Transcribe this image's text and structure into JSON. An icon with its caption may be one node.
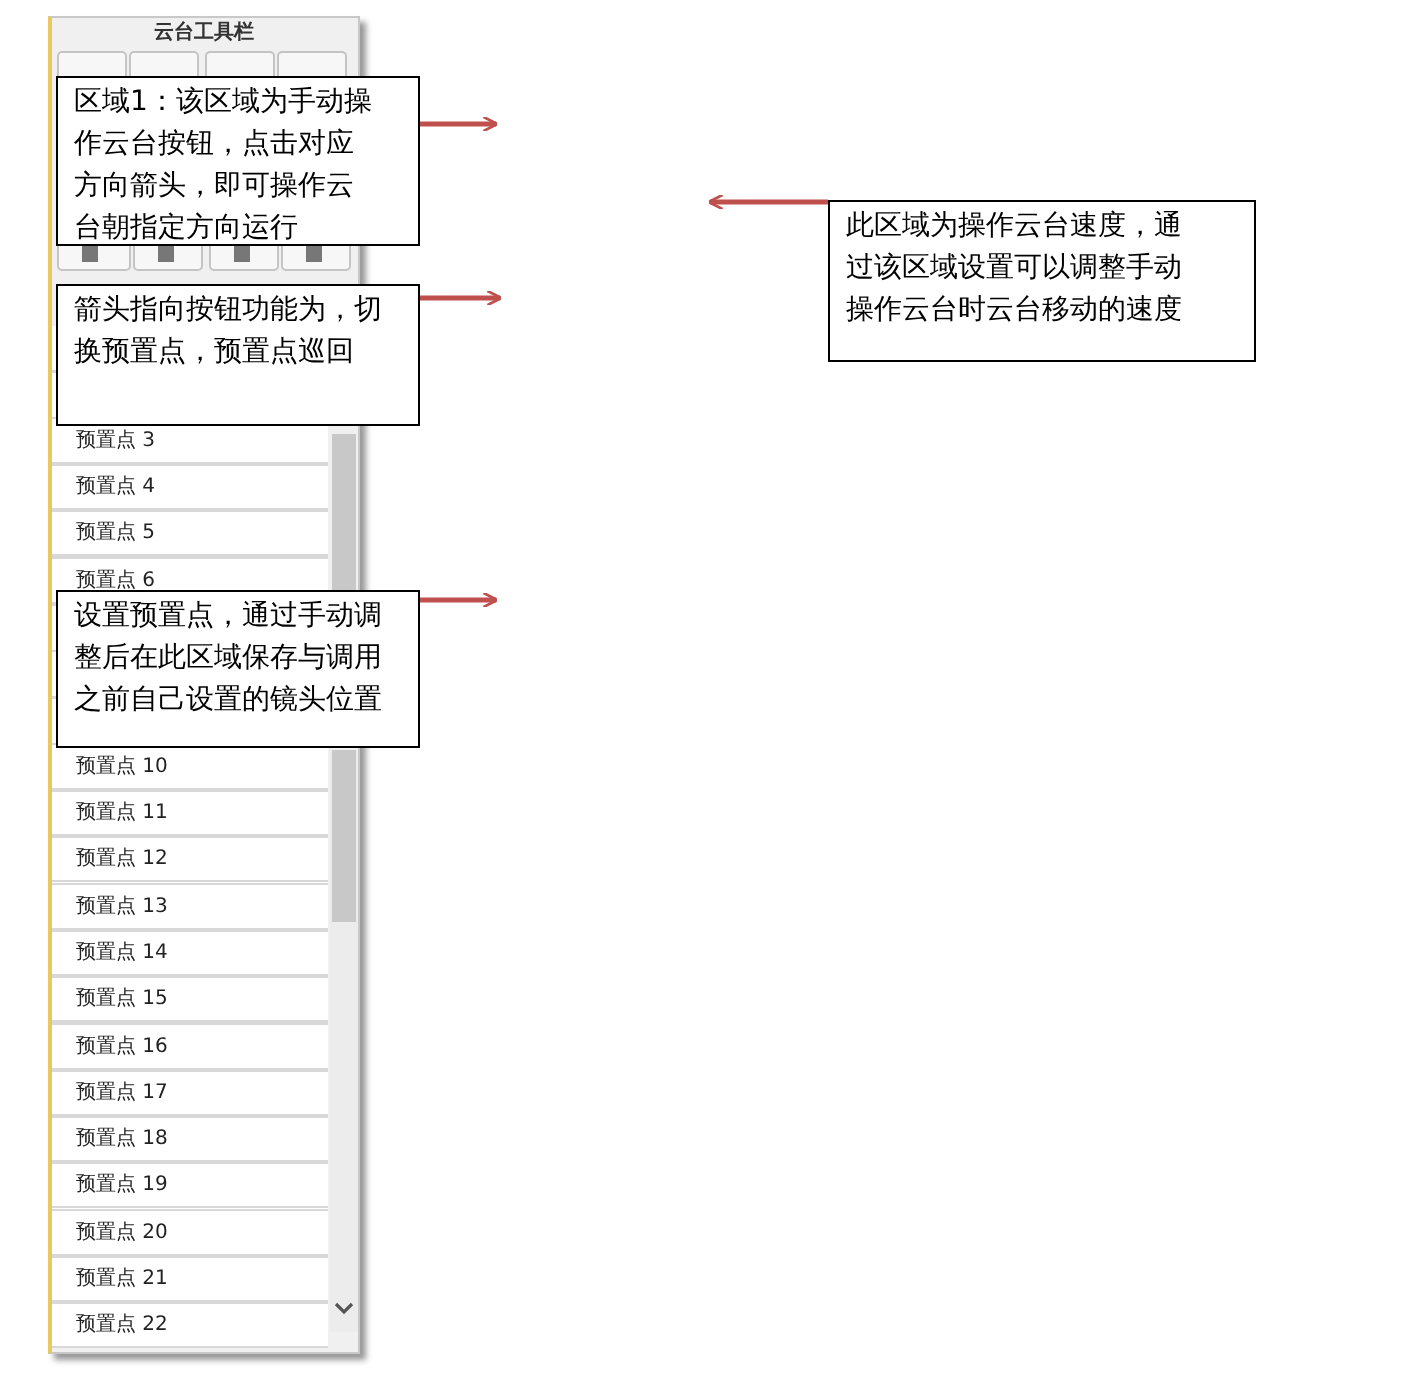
{
  "diagram": {
    "nodes": [
      {
        "text": [
          "云台工具栏"
        ]
      },
      {
        "text": [
          "区域1：该区域为手动操作云台按钮，点击对应方向箭头，即可操作云台朝指定方向运行"
        ]
      },
      {
        "text": [
          "箭头指向按钮功能为，切换预置点，预置点巡回"
        ]
      },
      {
        "text": [
          "设置预置点，通过手动调整后在此区域保存与调用之前自己设置的镜头位置"
        ]
      },
      {
        "text": [
          "此区域为操作云台速度，通过该区域设置可以调整手动操作云台时云台移动的速度"
        ]
      }
    ],
    "edges": [
      {
        "from": 1,
        "to": null,
        "arrow": "to"
      },
      {
        "from": 2,
        "to": null,
        "arrow": "to"
      },
      {
        "from": 3,
        "to": null,
        "arrow": "to"
      },
      {
        "from": 4,
        "to": null,
        "arrow": "to"
      }
    ],
    "labels": [
      "预置点 3",
      "预置点 4",
      "预置点 5",
      "预置点 6",
      "预置点 10",
      "预置点 11",
      "预置点 12",
      "预置点 13",
      "预置点 14",
      "预置点 15",
      "预置点 16",
      "预置点 17",
      "预置点 18",
      "预置点 19",
      "预置点 20",
      "预置点 21",
      "预置点 22"
    ]
  }
}
